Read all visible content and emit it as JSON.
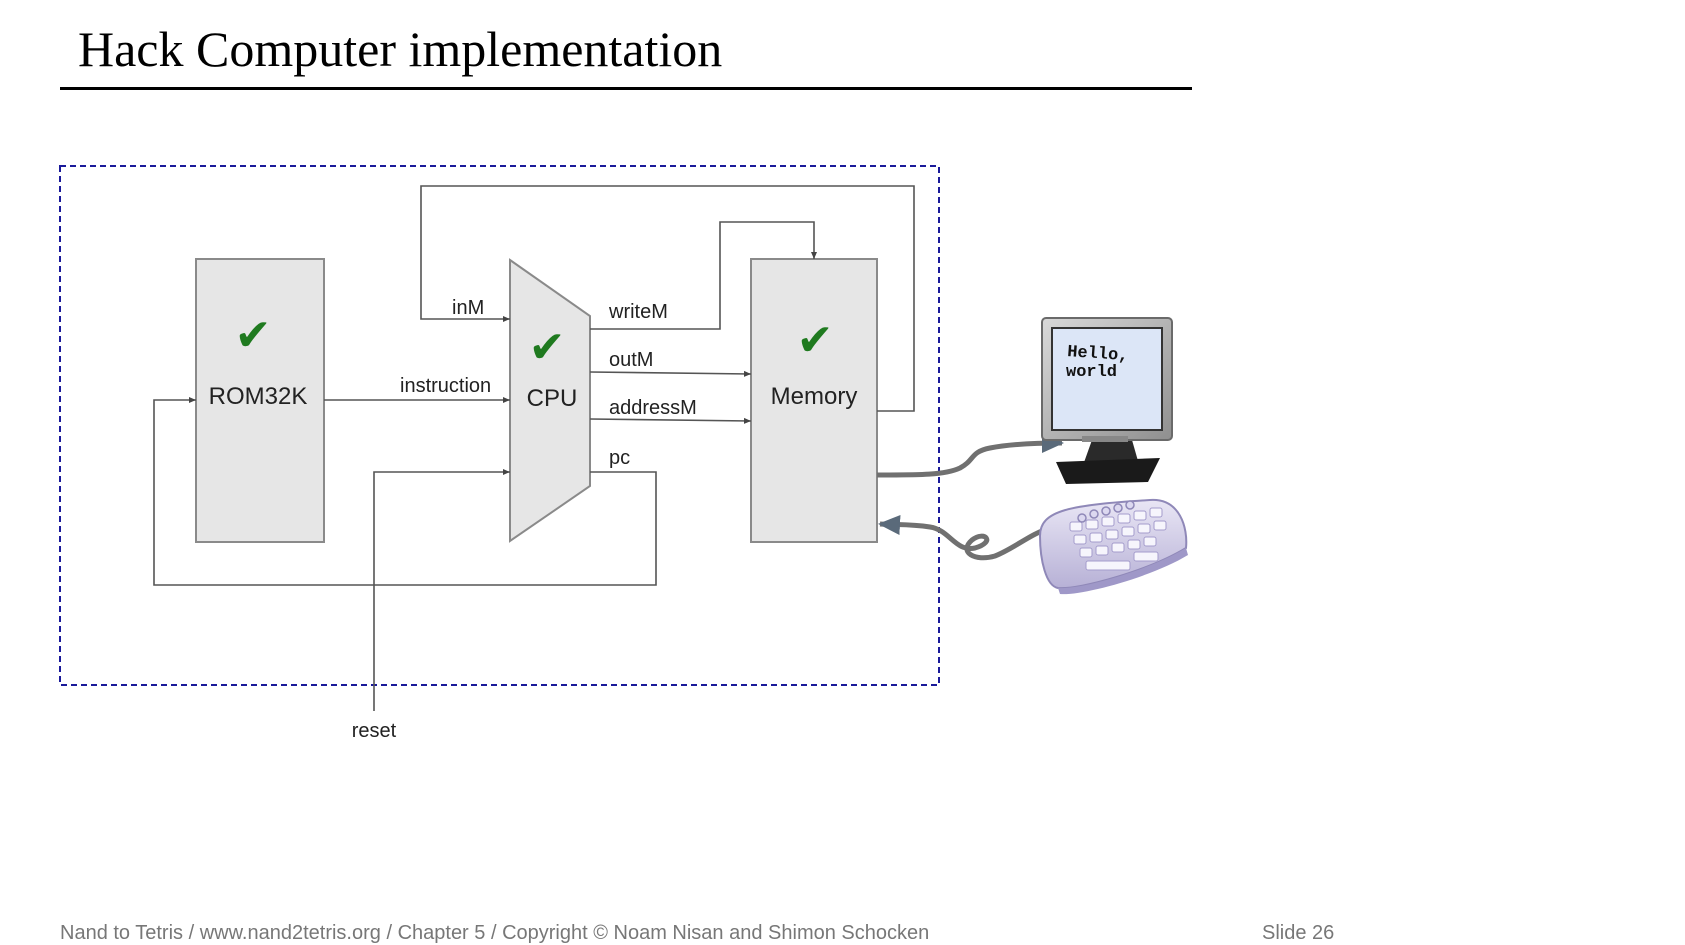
{
  "slide": {
    "title": "Hack Computer implementation",
    "footer_left": "Nand to Tetris / www.nand2tetris.org / Chapter 5 / Copyright © Noam Nisan and Shimon Schocken",
    "footer_right": "Slide 26"
  },
  "diagram": {
    "rom_label": "ROM32K",
    "cpu_label": "CPU",
    "memory_label": "Memory",
    "check_mark": "✔",
    "signals": {
      "inM": "inM",
      "writeM": "writeM",
      "outM": "outM",
      "addressM": "addressM",
      "pc": "pc",
      "instruction": "instruction",
      "reset": "reset"
    },
    "screen_text_line1": "Hello,",
    "screen_text_line2": "world",
    "colors": {
      "box_fill": "#e6e6e6",
      "box_stroke": "#8a8a8a",
      "wire": "#555555",
      "dashed_border": "#1a1a9a",
      "check": "#1f7a1f",
      "io_cable": "#707070"
    }
  }
}
